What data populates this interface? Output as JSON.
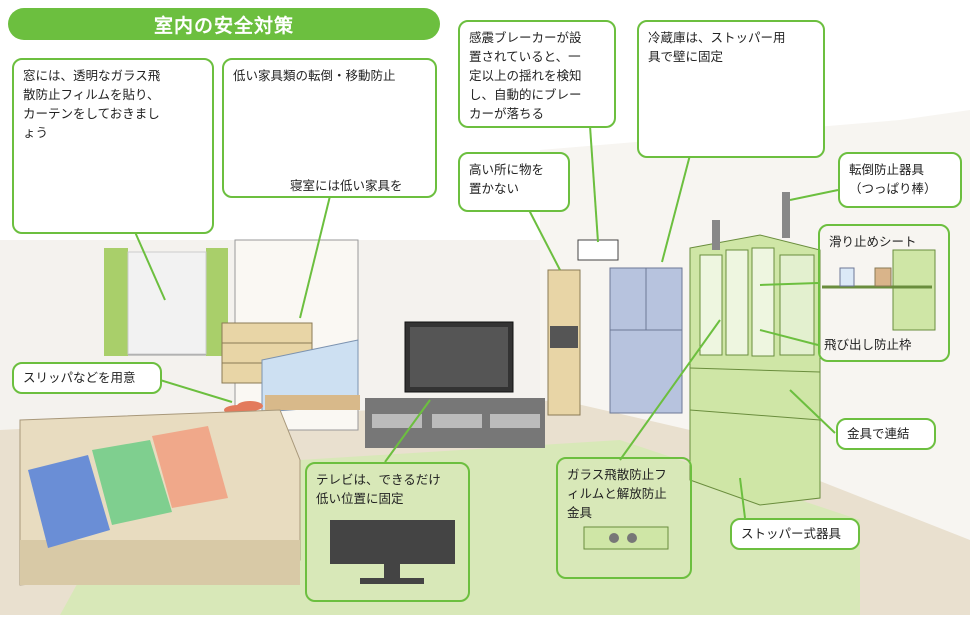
{
  "title": "室内の安全対策",
  "callouts": {
    "window": "窓には、透明なガラス飛\n散防止フィルムを貼り、\nカーテンをしておきまし\nょう",
    "low_furniture": "低い家具類の転倒・移動防止",
    "low_furniture_sub": "寝室には低い家具を",
    "breaker": "感震ブレーカーが設\n置されていると、一\n定以上の揺れを検知\nし、自動的にブレー\nカーが落ちる",
    "fridge": "冷蔵庫は、ストッパー用\n具で壁に固定",
    "high_place": "高い所に物を\n置かない",
    "tension_rod": "転倒防止器具\n（つっぱり棒）",
    "non_slip": "滑り止めシート",
    "drop_guard": "飛び出し防止枠",
    "slippers": "スリッパなどを用意",
    "metal_joint": "金具で連結",
    "tv": "テレビは、できるだけ\n低い位置に固定",
    "glass_film": "ガラス飛散防止フ\nィルムと解放防止\n金具",
    "stopper": "ストッパー式器具"
  },
  "colors": {
    "accent_green": "#6cbf3f",
    "wall": "#f4f2ee",
    "floor": "#e9e0cf",
    "rug": "#d8e8b8",
    "cabinet": "#cfe6a6",
    "fridge": "#b7c3de",
    "wood": "#e8d5a6",
    "sofa": "#e8dcc0"
  }
}
